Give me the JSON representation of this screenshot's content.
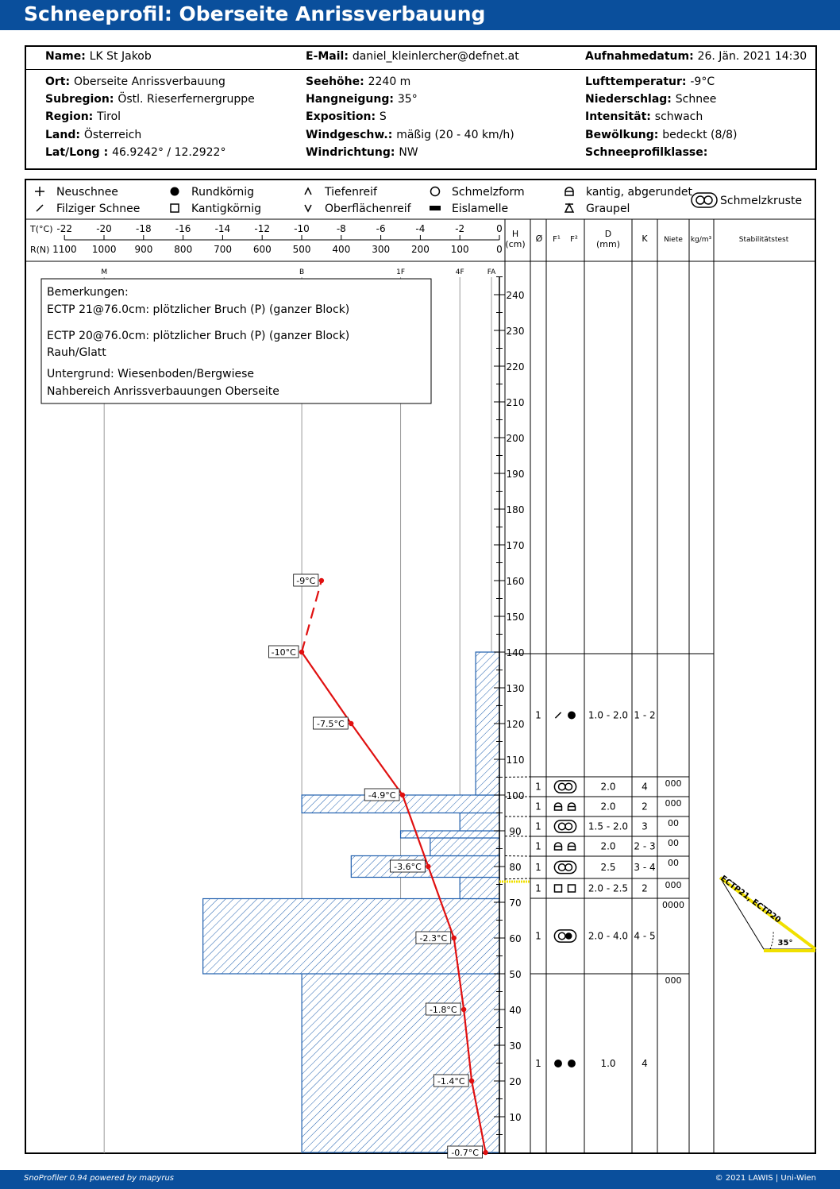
{
  "title": "Schneeprofil: Oberseite Anrissverbauung",
  "header": {
    "name_label": "Name:",
    "name": "LK St Jakob",
    "email_label": "E-Mail:",
    "email": "daniel_kleinlercher@defnet.at",
    "date_label": "Aufnahmedatum:",
    "date": "26. Jän. 2021 14:30",
    "left": [
      {
        "label": "Ort:",
        "value": "Oberseite Anrissverbauung"
      },
      {
        "label": "Subregion:",
        "value": "Östl. Rieserfernergruppe"
      },
      {
        "label": "Region:",
        "value": "Tirol"
      },
      {
        "label": "Land:",
        "value": "Österreich"
      },
      {
        "label": "Lat/Long :",
        "value": "46.9242° / 12.2922°"
      }
    ],
    "middle": [
      {
        "label": "Seehöhe:",
        "value": "2240 m"
      },
      {
        "label": "Hangneigung:",
        "value": "35°"
      },
      {
        "label": "Exposition:",
        "value": "S"
      },
      {
        "label": "Windgeschw.:",
        "value": "mäßig (20 - 40 km/h)"
      },
      {
        "label": "Windrichtung:",
        "value": "NW"
      }
    ],
    "right": [
      {
        "label": "Lufttemperatur:",
        "value": "-9°C"
      },
      {
        "label": "Niederschlag:",
        "value": "Schnee"
      },
      {
        "label": "Intensität:",
        "value": "schwach"
      },
      {
        "label": "Bewölkung:",
        "value": "bedeckt (8/8)"
      },
      {
        "label": "Schneeprofilklasse:",
        "value": ""
      }
    ]
  },
  "legend": [
    {
      "icon": "plus-icon",
      "label": "Neuschnee"
    },
    {
      "icon": "slash-icon",
      "label": "Filziger Schnee"
    },
    {
      "icon": "filled-circle-icon",
      "label": "Rundkörnig"
    },
    {
      "icon": "square-icon",
      "label": "Kantigkörnig"
    },
    {
      "icon": "caret-up-icon",
      "label": "Tiefenreif"
    },
    {
      "icon": "caret-down-icon",
      "label": "Oberflächenreif"
    },
    {
      "icon": "circle-icon",
      "label": "Schmelzform"
    },
    {
      "icon": "bar-icon",
      "label": "Eislamelle"
    },
    {
      "icon": "rounded-faceted-icon",
      "label": "kantig, abgerundet"
    },
    {
      "icon": "graupel-icon",
      "label": "Graupel"
    },
    {
      "icon": "melt-crust-icon",
      "label": "Schmelzkruste"
    }
  ],
  "columns": {
    "h": "H",
    "h_unit": "(cm)",
    "o": "Ø",
    "f1": "F¹",
    "f2": "F²",
    "d": "D",
    "d_unit": "(mm)",
    "k": "K",
    "niete": "Niete",
    "density": "kg/m³",
    "stab": "Stabilitätstest"
  },
  "axis": {
    "t_label": "T(°C)",
    "t_ticks": [
      "-22",
      "-20",
      "-18",
      "-16",
      "-14",
      "-12",
      "-10",
      "-8",
      "-6",
      "-4",
      "-2",
      "0"
    ],
    "r_label": "R(N)",
    "r_ticks": [
      "1100",
      "1000",
      "900",
      "800",
      "700",
      "600",
      "500",
      "400",
      "300",
      "200",
      "100",
      "0"
    ],
    "hand_ticks": [
      {
        "label": "M",
        "r": 1000
      },
      {
        "label": "B",
        "r": 500
      },
      {
        "label": "1F",
        "r": 250
      },
      {
        "label": "4F",
        "r": 100
      },
      {
        "label": "FA",
        "r": 20
      }
    ],
    "h_ticks": [
      "10",
      "20",
      "30",
      "40",
      "50",
      "60",
      "70",
      "80",
      "90",
      "100",
      "110",
      "120",
      "130",
      "140",
      "150",
      "160",
      "170",
      "180",
      "190",
      "200",
      "210",
      "220",
      "230",
      "240"
    ]
  },
  "remarks": {
    "title": "Bemerkungen:",
    "lines": [
      "ECTP 21@76.0cm: plötzlicher Bruch (P) (ganzer Block)",
      "ECTP 20@76.0cm: plötzlicher Bruch (P) (ganzer Block)",
      "Rauh/Glatt",
      "Untergrund: Wiesenboden/Bergwiese",
      "Nahbereich Anrissverbauungen Oberseite"
    ]
  },
  "chart_data": {
    "type": "line",
    "title": "",
    "xlabel": "T(°C)",
    "ylabel": "H (cm)",
    "xlim": [
      -22,
      0
    ],
    "ylim": [
      0,
      250
    ],
    "temperature": {
      "points": [
        {
          "t": -0.7,
          "h": 0,
          "label": "-0.7°C"
        },
        {
          "t": -1.4,
          "h": 20,
          "label": "-1.4°C"
        },
        {
          "t": -1.8,
          "h": 40,
          "label": "-1.8°C"
        },
        {
          "t": -2.3,
          "h": 60,
          "label": "-2.3°C"
        },
        {
          "t": -3.6,
          "h": 80,
          "label": "-3.6°C"
        },
        {
          "t": -4.9,
          "h": 100,
          "label": "-4.9°C"
        },
        {
          "t": -7.5,
          "h": 120,
          "label": "-7.5°C"
        },
        {
          "t": -10,
          "h": 140,
          "label": "-10°C"
        }
      ],
      "air": {
        "t": -9,
        "h": 160,
        "label": "-9°C"
      }
    },
    "hardness_profile": [
      {
        "h_bottom": 0,
        "h_top": 50,
        "r": 500
      },
      {
        "h_bottom": 50,
        "h_top": 71,
        "r": 750
      },
      {
        "h_bottom": 71,
        "h_top": 77,
        "r": 100
      },
      {
        "h_bottom": 77,
        "h_top": 83,
        "r": 375
      },
      {
        "h_bottom": 83,
        "h_top": 88,
        "r": 175
      },
      {
        "h_bottom": 88,
        "h_top": 90,
        "r": 250
      },
      {
        "h_bottom": 90,
        "h_top": 95,
        "r": 100
      },
      {
        "h_bottom": 95,
        "h_top": 100,
        "r": 500
      },
      {
        "h_bottom": 100,
        "h_top": 140,
        "r": 60
      }
    ],
    "layers": [
      {
        "h_top": 140,
        "h_bottom": 105,
        "o": "1",
        "f1": "slash-icon",
        "f2": "filled-circle-icon",
        "d": "1.0 - 2.0",
        "k": "1 - 2",
        "niete": ""
      },
      {
        "h_top": 105,
        "h_bottom": 99.5,
        "o": "1",
        "f1": "melt-crust-icon",
        "f2": "",
        "d": "2.0",
        "k": "4",
        "niete": "000"
      },
      {
        "h_top": 99.5,
        "h_bottom": 94,
        "o": "1",
        "f1": "rounded-faceted-icon",
        "f2": "rounded-faceted-icon",
        "d": "2.0",
        "k": "2",
        "niete": "000"
      },
      {
        "h_top": 94,
        "h_bottom": 88.5,
        "o": "1",
        "f1": "melt-crust-icon",
        "f2": "",
        "d": "1.5 - 2.0",
        "k": "3",
        "niete": "00"
      },
      {
        "h_top": 88.5,
        "h_bottom": 83,
        "o": "1",
        "f1": "rounded-faceted-icon",
        "f2": "rounded-faceted-icon",
        "d": "2.0",
        "k": "2 - 3",
        "niete": "00"
      },
      {
        "h_top": 83,
        "h_bottom": 76.5,
        "o": "1",
        "f1": "melt-crust-icon",
        "f2": "",
        "d": "2.5",
        "k": "3 - 4",
        "niete": "00"
      },
      {
        "h_top": 76.5,
        "h_bottom": 71,
        "o": "1",
        "f1": "square-icon",
        "f2": "square-icon",
        "d": "2.0 - 2.5",
        "k": "2",
        "niete": "000"
      },
      {
        "h_top": 71,
        "h_bottom": 50,
        "o": "1",
        "f1": "melt-form-icon",
        "f2": "",
        "d": "2.0 - 4.0",
        "k": "4 - 5",
        "niete": "0000"
      },
      {
        "h_top": 50,
        "h_bottom": 0,
        "o": "1",
        "f1": "filled-circle-icon",
        "f2": "filled-circle-icon",
        "d": "1.0",
        "k": "4",
        "niete": "000"
      }
    ],
    "stability_test": {
      "label": "ECTP21, ECTP20",
      "h": 76,
      "slope": "35°"
    }
  },
  "colors": {
    "brand": "#0a4f9c",
    "hardness": "#1f5fae",
    "temperature": "#e01010",
    "test": "#f0e000"
  },
  "footer": {
    "left": "SnoProfiler 0.94 powered by mapyrus",
    "right": "© 2021 LAWIS | Uni-Wien"
  }
}
